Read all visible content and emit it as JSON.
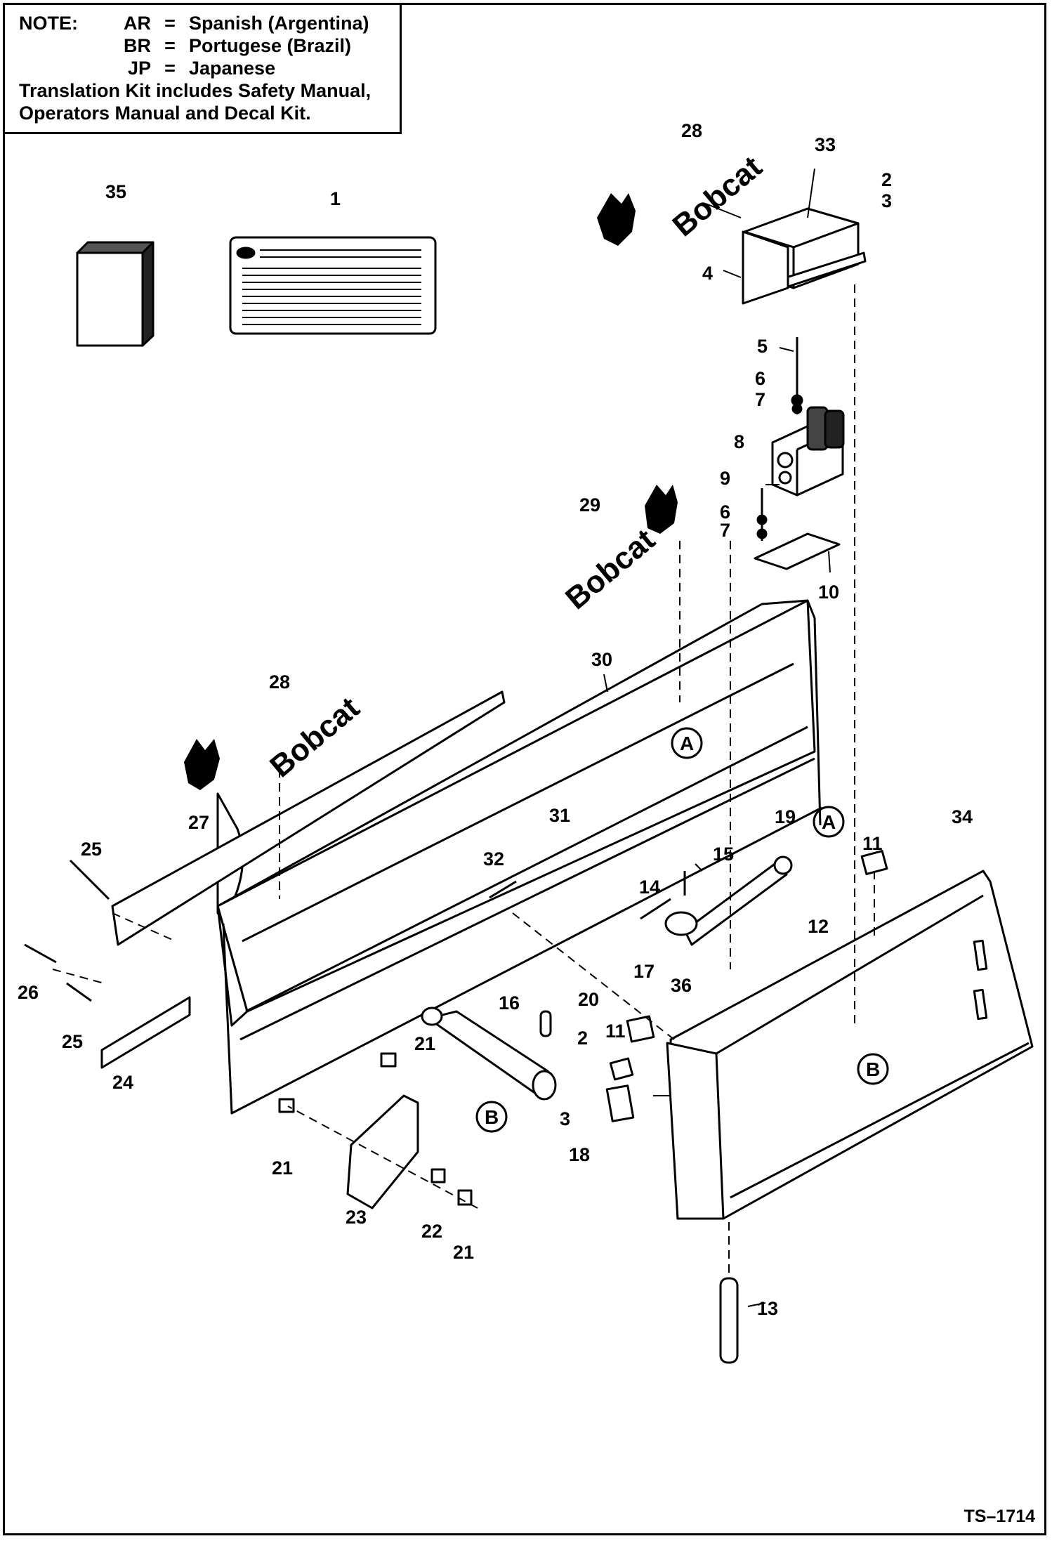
{
  "note": {
    "label": "NOTE:",
    "translations": [
      {
        "code": "AR",
        "language": "Spanish (Argentina)"
      },
      {
        "code": "BR",
        "language": "Portugese (Brazil)"
      },
      {
        "code": "JP",
        "language": "Japanese"
      }
    ],
    "equals": "=",
    "kit_line_1": "Translation Kit includes Safety Manual,",
    "kit_line_2": "Operators Manual and Decal Kit."
  },
  "brand": "Bobcat",
  "drawing_id": "TS–1714",
  "callouts": {
    "c1": "1",
    "c2a": "2",
    "c2b": "2",
    "c3a": "3",
    "c3b": "3",
    "c4": "4",
    "c5": "5",
    "c6a": "6",
    "c6b": "6",
    "c7a": "7",
    "c7b": "7",
    "c8": "8",
    "c9": "9",
    "c10": "10",
    "c11a": "11",
    "c11b": "11",
    "c12": "12",
    "c13": "13",
    "c14": "14",
    "c15": "15",
    "c16": "16",
    "c17": "17",
    "c18": "18",
    "c19": "19",
    "c20": "20",
    "c21a": "21",
    "c21b": "21",
    "c21c": "21",
    "c22": "22",
    "c23": "23",
    "c24": "24",
    "c25a": "25",
    "c25b": "25",
    "c26": "26",
    "c27": "27",
    "c28a": "28",
    "c28b": "28",
    "c29": "29",
    "c30": "30",
    "c31": "31",
    "c32": "32",
    "c33": "33",
    "c34": "34",
    "c35": "35",
    "c36": "36"
  },
  "refs": {
    "a1": "A",
    "a2": "A",
    "b1": "B",
    "b2": "B"
  }
}
